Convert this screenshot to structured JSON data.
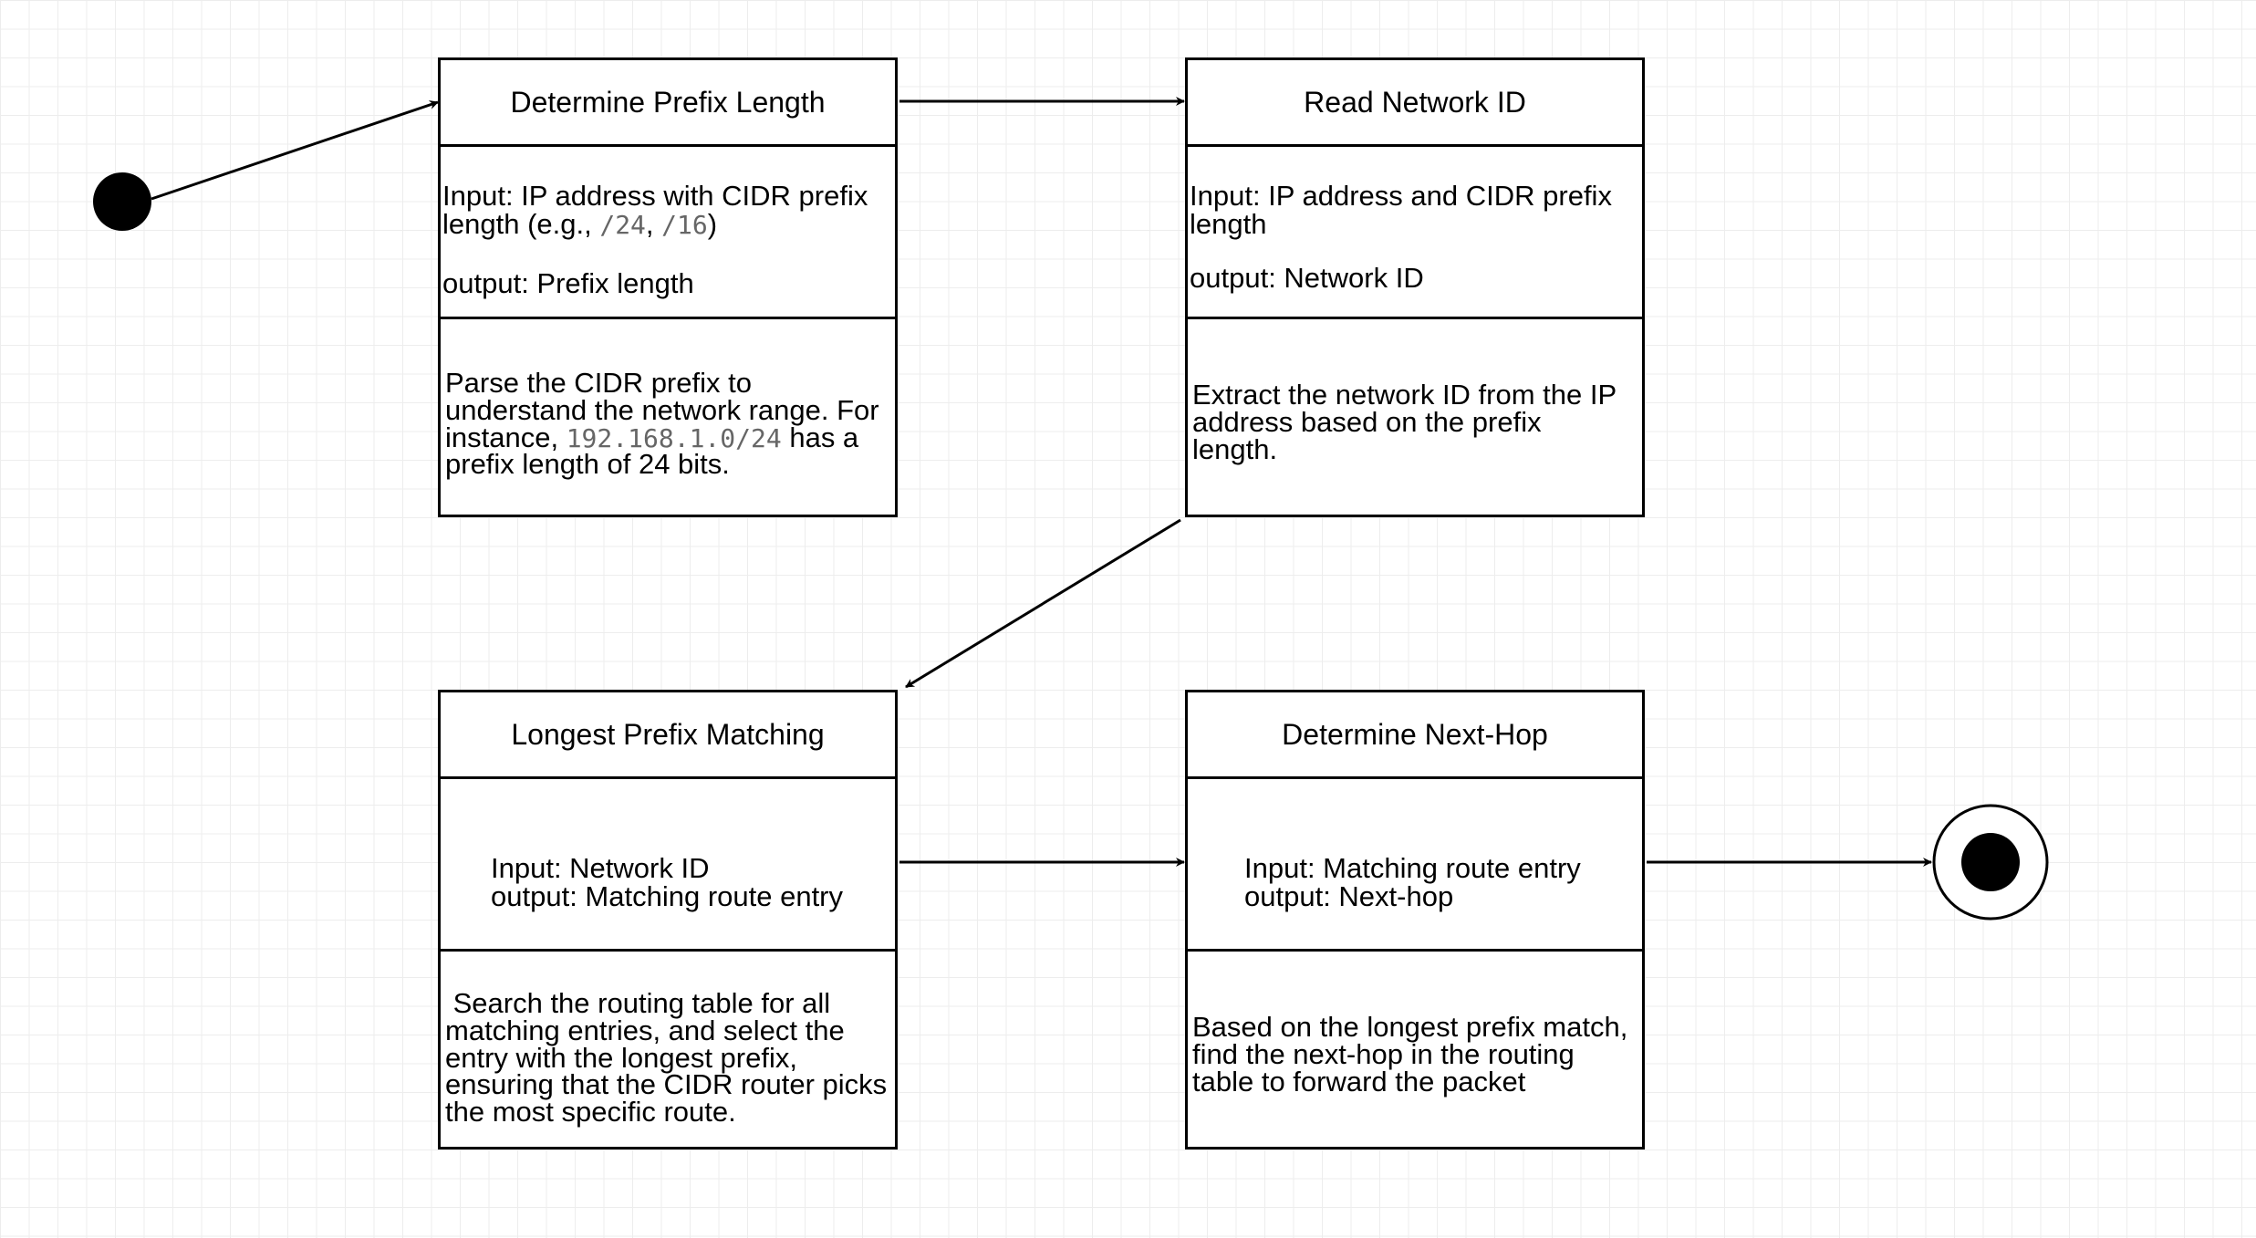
{
  "states": {
    "determine_prefix": {
      "title": "Determine Prefix Length",
      "input_l1_a": "Input: IP address with CIDR prefix",
      "input_l2_a": "length (e.g., ",
      "input_l2_m1": "/24",
      "input_l2_b": ", ",
      "input_l2_m2": "/16",
      "input_l2_c": ")",
      "output": "output: Prefix length",
      "desc_l1": "Parse the CIDR prefix to",
      "desc_l2": "understand the network range. For",
      "desc_l3_a": "instance, ",
      "desc_l3_m": "192.168.1.0/24",
      "desc_l3_b": " has a",
      "desc_l4": "prefix length of 24 bits."
    },
    "read_network_id": {
      "title": "Read Network ID",
      "input_l1": "Input: IP address and CIDR prefix",
      "input_l2": "length",
      "output": "output: Network ID",
      "desc_l1": "Extract the network ID from the IP",
      "desc_l2": "address based on the prefix",
      "desc_l3": "length."
    },
    "longest_prefix": {
      "title": "Longest Prefix Matching",
      "input": "Input: Network ID",
      "output": "output: Matching route entry",
      "desc_l1": " Search the routing table for all",
      "desc_l2": "matching entries, and select the",
      "desc_l3": "entry with the longest prefix,",
      "desc_l4": "ensuring that the CIDR router picks",
      "desc_l5": "the most specific route."
    },
    "next_hop": {
      "title": "Determine Next-Hop",
      "input": "Input: Matching route entry",
      "output": "output: Next-hop",
      "desc_l1": "Based on the longest prefix match,",
      "desc_l2": "find the next-hop in the routing",
      "desc_l3": "table to forward the packet"
    }
  }
}
